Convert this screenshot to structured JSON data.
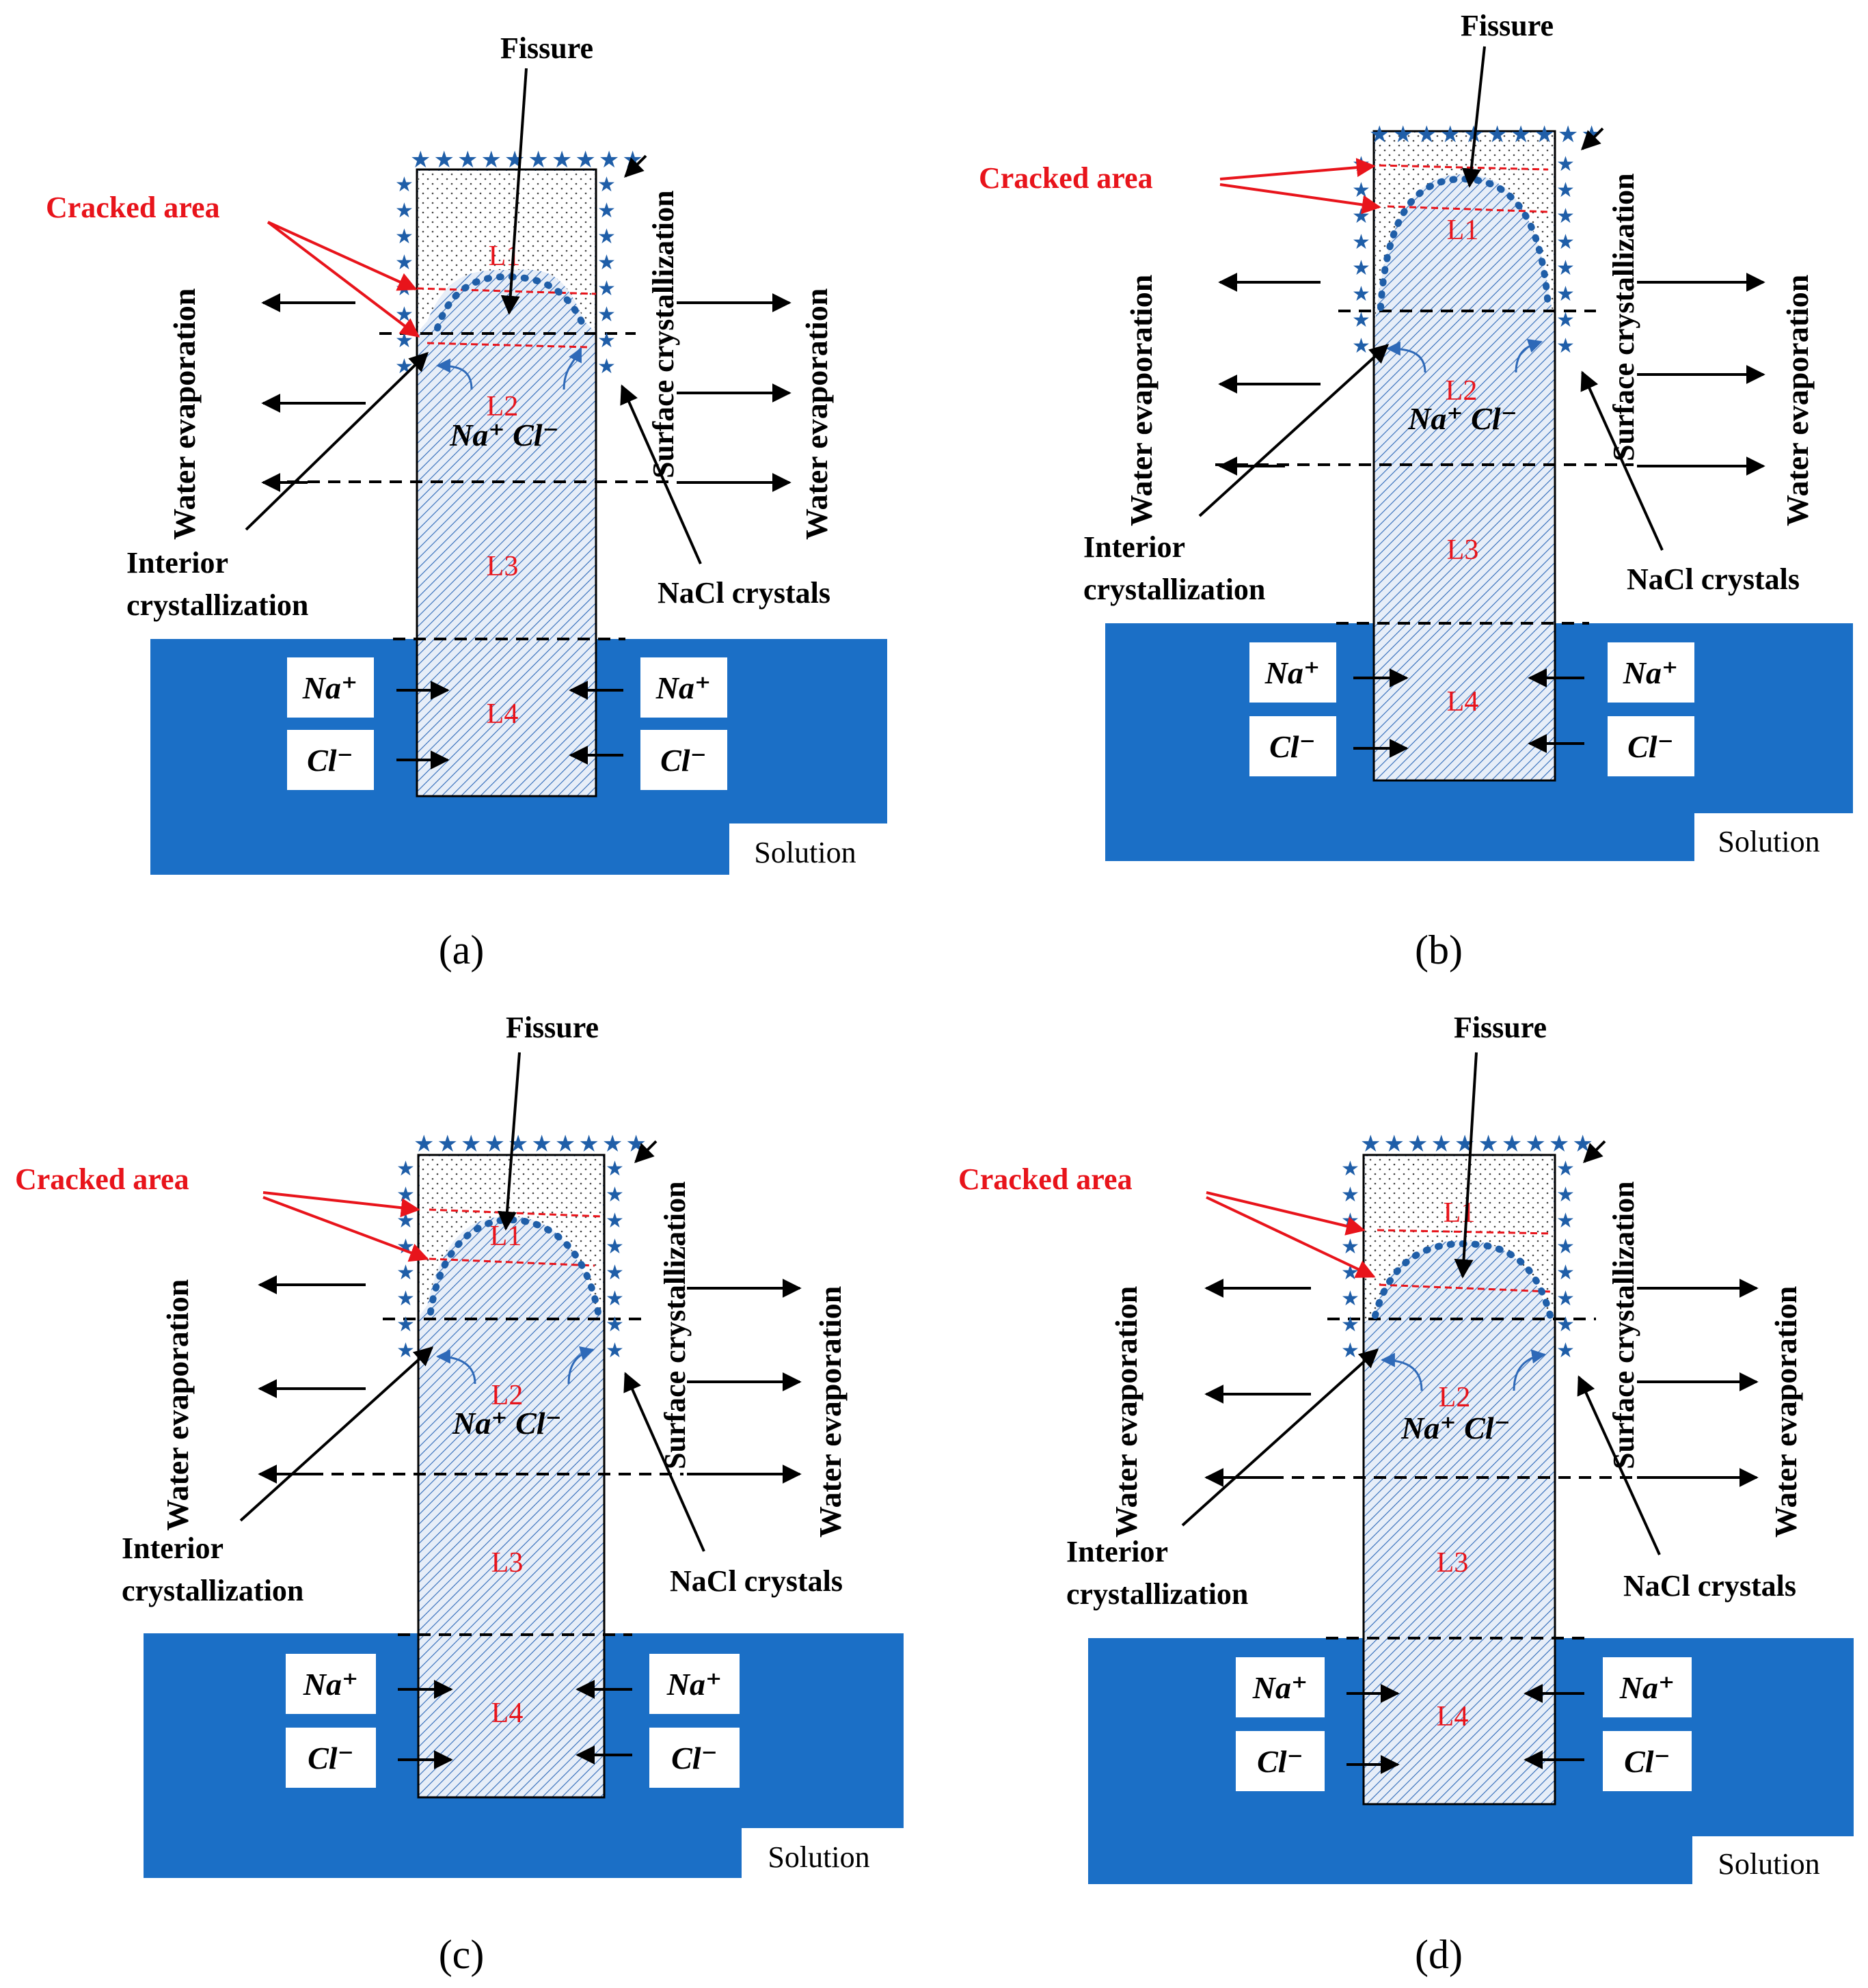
{
  "labels": {
    "fissure": "Fissure",
    "cracked_area": "Cracked area",
    "water_evaporation": "Water evaporation",
    "surface_crystallization": "Surface crystallization",
    "interior": "Interior",
    "crystallization": "crystallization",
    "nacl_crystals": "NaCl crystals",
    "solution": "Solution",
    "na_ion": "Na⁺",
    "cl_ion": "Cl⁻",
    "na_cl_inside": "Na⁺ Cl⁻",
    "layers": [
      "L1",
      "L2",
      "L3",
      "L4"
    ]
  },
  "panels": [
    {
      "id": "a",
      "caption": "(a)"
    },
    {
      "id": "b",
      "caption": "(b)"
    },
    {
      "id": "c",
      "caption": "(c)"
    },
    {
      "id": "d",
      "caption": "(d)"
    }
  ],
  "colors": {
    "solution_blue": "#1b6fc6",
    "hatch_blue": "#2e69b8",
    "star_blue": "#1f5ea8",
    "annotation_red": "#e8141b",
    "line_black": "#000000"
  }
}
